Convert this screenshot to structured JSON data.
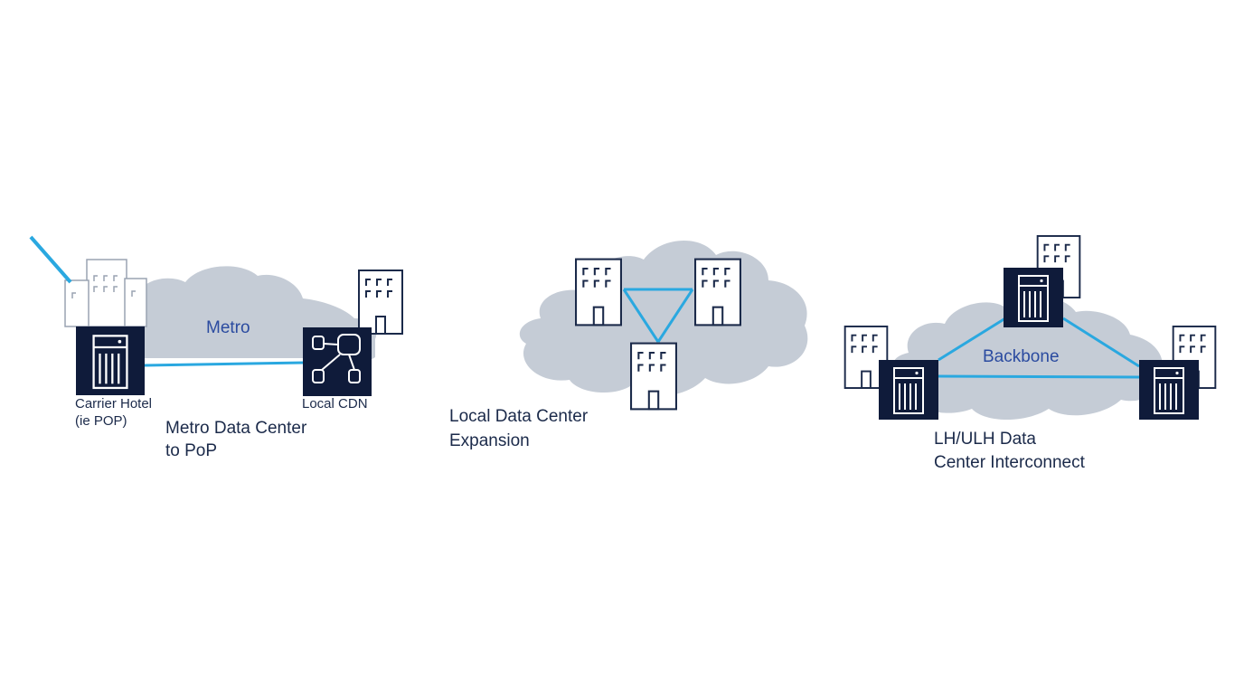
{
  "colors": {
    "cloud": "#c5ccd6",
    "link": "#2aa8e0",
    "node_dark": "#0f1b3a",
    "building_stroke": "#1b2a4a",
    "label_blue": "#2b4ba0",
    "label_dark": "#1b2a4a"
  },
  "metro": {
    "cloud_label": "Metro",
    "carrier_hotel_line1": "Carrier Hotel",
    "carrier_hotel_line2": "(ie POP)",
    "local_cdn": "Local CDN",
    "caption_line1": "Metro Data Center",
    "caption_line2": "to PoP"
  },
  "local": {
    "caption_line1": "Local Data Center",
    "caption_line2": "Expansion"
  },
  "backbone": {
    "cloud_label": "Backbone",
    "caption_line1": "LH/ULH Data",
    "caption_line2": "Center Interconnect"
  },
  "icons": [
    "building-icon",
    "server-rack-icon",
    "cdn-database-icon",
    "cloud-shape"
  ]
}
